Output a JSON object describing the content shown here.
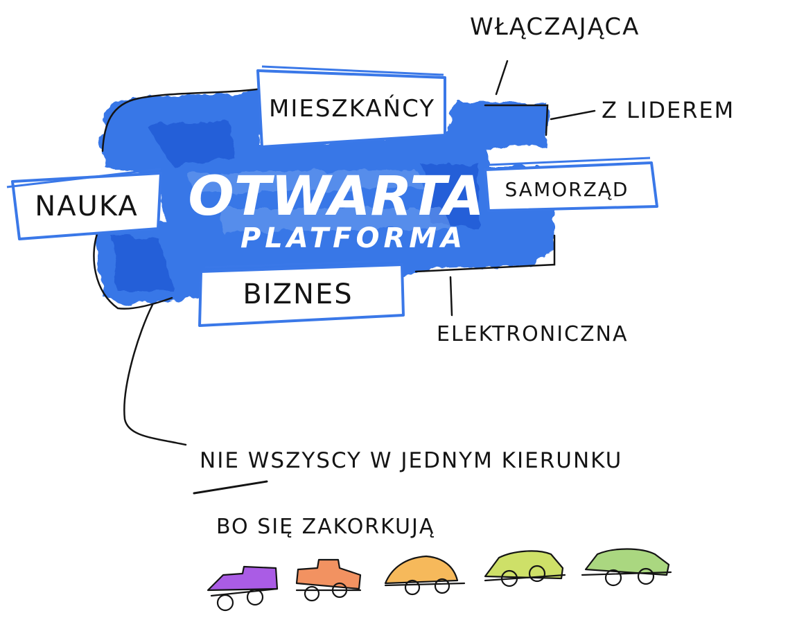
{
  "center": {
    "title": "OTWARTA",
    "subtitle": "PLATFORMA"
  },
  "sectors": {
    "residents": "MIESZKAŃCY",
    "science": "NAUKA",
    "government": "SAMORZĄD",
    "business": "BIZNES"
  },
  "annotations": {
    "inclusive": "WŁĄCZAJĄCA",
    "leader": "Z LIDEREM",
    "electronic": "ELEKTRONICZNA"
  },
  "note": {
    "line1": "NIE WSZYSCY W JEDNYM KIERUNKU",
    "line2": "BO SIĘ ZAKORKUJĄ"
  },
  "colors": {
    "platform_blue": "#2f6fe6",
    "box_outline": "#3a78e8",
    "ink": "#141414",
    "cars": [
      "#9b3fe0",
      "#f07f45",
      "#f4ad3e",
      "#c6db4e",
      "#9bd06a"
    ]
  }
}
